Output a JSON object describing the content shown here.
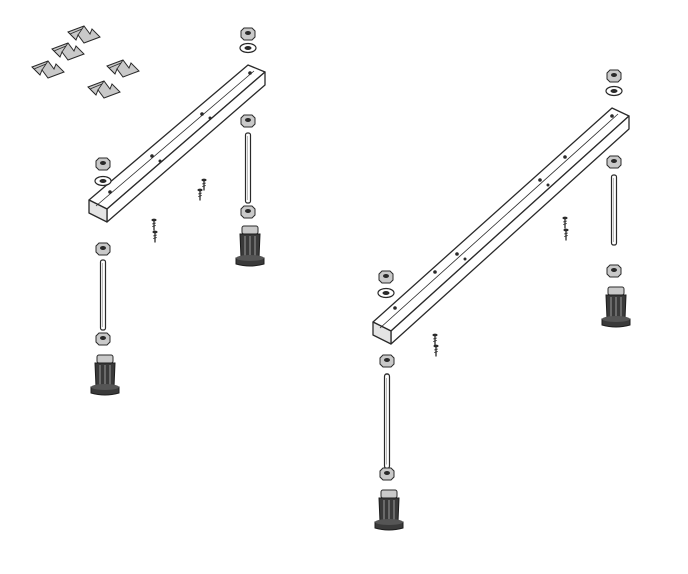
{
  "figure": {
    "kind": "exploded assembly illustration",
    "labels": [],
    "colors": {
      "line": "#2a2a2a",
      "part_dark": "#3a3a3a",
      "part_light": "#c9c9c9",
      "background": "#ffffff"
    }
  },
  "assemblies": [
    {
      "name": "left-frame-assembly",
      "parts": [
        "mounting-clips",
        "channel-rail",
        "threaded-rod",
        "threaded-rod",
        "adjustable-foot",
        "adjustable-foot",
        "nut",
        "washer",
        "screw"
      ]
    },
    {
      "name": "right-frame-assembly",
      "parts": [
        "channel-rail",
        "threaded-rod",
        "threaded-rod",
        "adjustable-foot",
        "adjustable-foot",
        "nut",
        "washer",
        "screw"
      ]
    }
  ],
  "icons": {
    "clip": "mounting-clip-icon",
    "nut": "hex-nut-icon",
    "washer": "washer-icon",
    "screw": "screw-icon",
    "foot": "adjustable-foot-icon",
    "rod": "threaded-rod-icon",
    "rail": "channel-rail-icon"
  }
}
